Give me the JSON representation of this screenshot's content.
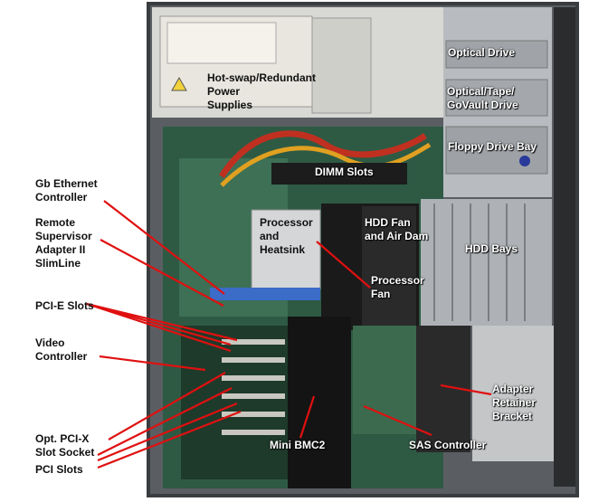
{
  "colors": {
    "label_dark": "#111111",
    "label_light": "#ffffff",
    "pointer_lines": "#e01010"
  },
  "labels": {
    "hot_swap_power": "Hot-swap/Redundant\nPower\nSupplies",
    "optical_drive": "Optical Drive",
    "optical_tape_drive": "Optical/Tape/\nGoVault Drive",
    "floppy_drive_bay": "Floppy Drive Bay",
    "dimm_slots": "DIMM Slots",
    "gb_ethernet": "Gb Ethernet\nController",
    "remote_supervisor": "Remote\nSupervisor\nAdapter II\nSlimLine",
    "processor_heatsink": "Processor\nand\nHeatsink",
    "hdd_fan": "HDD Fan\nand Air Dam",
    "hdd_bays": "HDD Bays",
    "processor_fan": "Processor\nFan",
    "pcie_slots": "PCI-E Slots",
    "video_controller": "Video\nController",
    "adapter_retainer": "Adapter\nRetainer\nBracket",
    "opt_pcix": "Opt. PCI-X\nSlot Socket",
    "pci_slots": "PCI Slots",
    "mini_bmc2": "Mini BMC2",
    "sas_controller": "SAS Controller"
  }
}
